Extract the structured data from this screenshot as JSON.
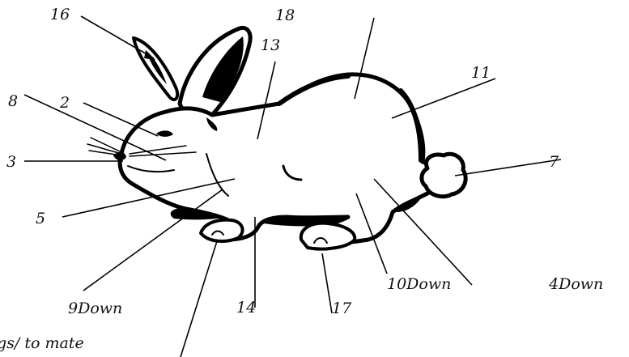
{
  "labels": {
    "l16": "16",
    "l18": "18",
    "l13": "13",
    "l11": "11",
    "l8": "8",
    "l2": "2",
    "l3": "3",
    "l7": "7",
    "l5": "5",
    "l9": "9Down",
    "l14": "14",
    "l17": "17",
    "l10": "10Down",
    "l4": "4Down",
    "caption": "gs/ to mate"
  },
  "colors": {
    "ink": "#000000",
    "paper": "#ffffff"
  }
}
